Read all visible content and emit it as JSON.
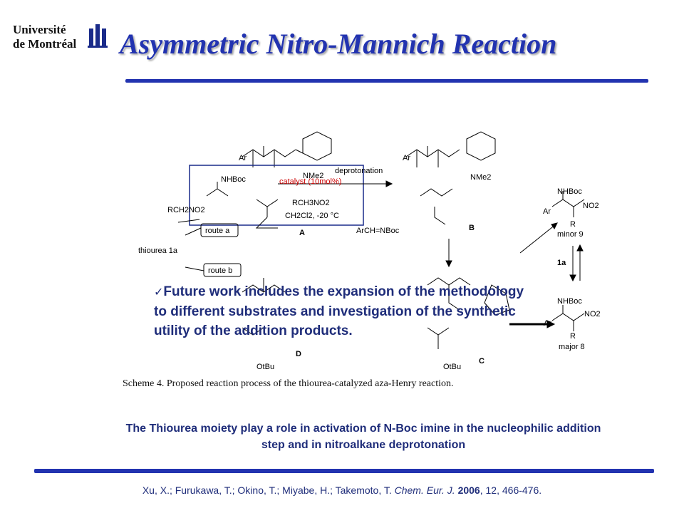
{
  "header": {
    "institution_line1": "Université",
    "institution_line2": "de Montréal",
    "title": "Asymmetric Nitro-Mannich Reaction"
  },
  "scheme": {
    "caption": "Scheme 4. Proposed reaction process of the thiourea-catalyzed aza-Henry reaction.",
    "labels": {
      "thiourea": "thiourea 1a",
      "route_a": "route a",
      "route_b": "route b",
      "rch2no2": "RCH2NO2",
      "arch_nboc": "ArCH=NBoc",
      "deprotonation": "deprotonation",
      "catalyst": "catalyst (10mol%)",
      "reagent": "RCH3NO2",
      "conditions": "CH2Cl2, -20 °C",
      "int_a": "A",
      "int_b": "B",
      "int_c": "C",
      "int_d": "D",
      "minor": "minor 9",
      "major": "major 8",
      "equil": "1a",
      "nhboc": "NHBoc",
      "no2": "NO2",
      "ar": "Ar",
      "r": "R",
      "otbu": "OtBu",
      "nme2": "NMe2"
    }
  },
  "note": {
    "check": "✓",
    "text": "Future work includes the expansion of the methodology to different substrates and investigation of the synthetic utility of the addition products."
  },
  "explanation": "The Thiourea moiety play a role in activation of N-Boc imine in the nucleophilic addition step and in nitroalkane deprotonation",
  "reference": {
    "authors": "Xu, X.; Furukawa, T.; Okino, T.; Miyabe, H.; Takemoto, T.",
    "journal": "Chem. Eur. J.",
    "year": "2006",
    "rest": ", 12, 466-476."
  },
  "colors": {
    "title_blue": "#2233b0",
    "text_blue": "#1f2d7a",
    "conditions_red": "#cc0000"
  }
}
